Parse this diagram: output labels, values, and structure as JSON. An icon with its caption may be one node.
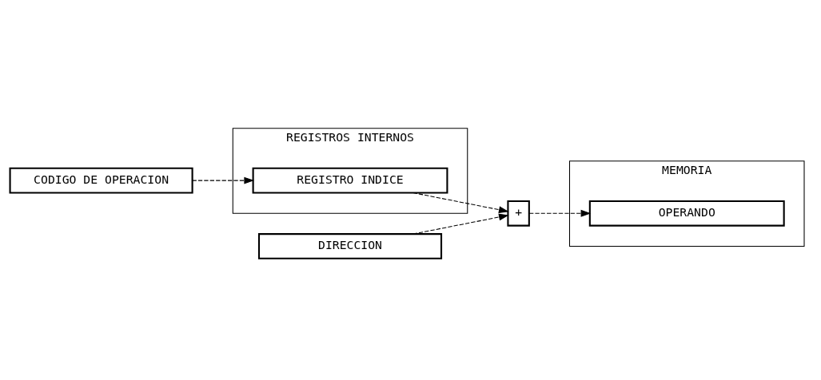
{
  "diagram": {
    "nodes": [
      {
        "text": [
          "CODIGO DE OPERACION"
        ]
      },
      {
        "text": [
          "DIRECCION"
        ]
      },
      {
        "text": [
          "REGISTROS INTERNOS"
        ]
      },
      {
        "text": [
          "REGISTRO INDICE"
        ],
        "in": 2
      },
      {
        "text": [
          "+"
        ]
      },
      {
        "text": [
          "MEMORIA"
        ]
      },
      {
        "text": [
          "OPERANDO"
        ],
        "in": 5
      }
    ],
    "edges": [
      {
        "from": 0,
        "to": 3,
        "arrow": "to",
        "style": "dashed"
      },
      {
        "from": 1,
        "to": 4,
        "arrow": "to",
        "style": "dashed"
      },
      {
        "from": 3,
        "to": 4,
        "arrow": "to",
        "style": "dashed"
      },
      {
        "from": 4,
        "to": 6,
        "arrow": "to",
        "style": "dashed"
      }
    ]
  }
}
